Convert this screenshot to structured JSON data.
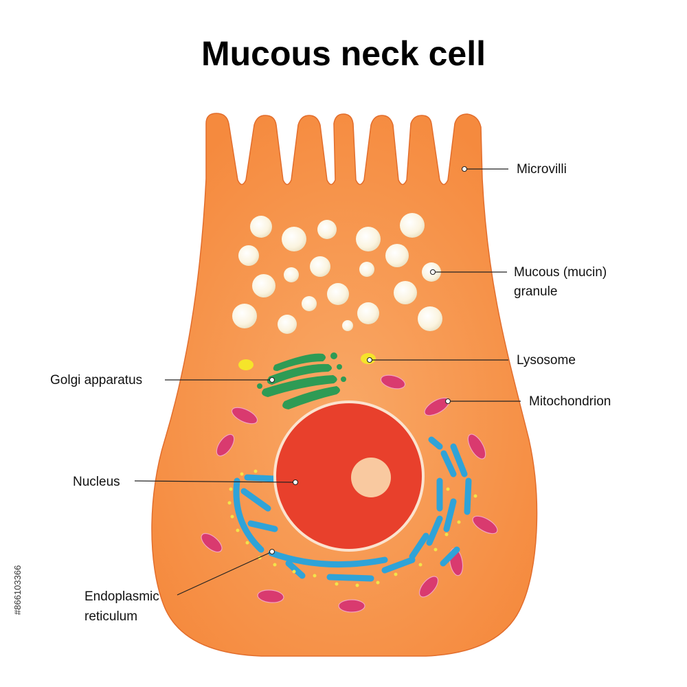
{
  "title": "Mucous neck cell",
  "labels": {
    "microvilli": "Microvilli",
    "mucous_granule_line1": "Mucous (mucin)",
    "mucous_granule_line2": "granule",
    "lysosome": "Lysosome",
    "golgi": "Golgi apparatus",
    "mitochondrion": "Mitochondrion",
    "nucleus": "Nucleus",
    "er_line1": "Endoplasmic",
    "er_line2": "reticulum"
  },
  "watermark_id": "#866103366",
  "colors": {
    "cytoplasm": "#f7924a",
    "cytoplasm_edge": "#e26d2c",
    "granule": "#fbf6e4",
    "golgi": "#2e9b55",
    "lysosome": "#f5e42a",
    "mitochondrion": "#d93a6f",
    "nucleus": "#e8402c",
    "nucleolus": "#f9c9a0",
    "er": "#2fa3d8",
    "ribosome": "#f3e34a"
  }
}
